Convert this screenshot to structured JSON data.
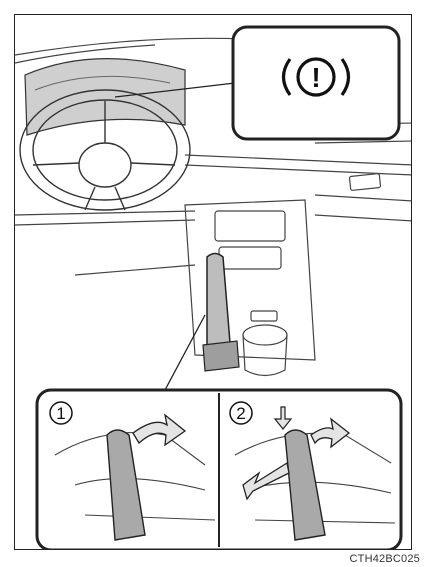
{
  "figure": {
    "code": "CTH42BC025",
    "callout_icon": "parking-brake-warning-icon",
    "callout_icon_glyph": "!",
    "steps": [
      {
        "number": "1"
      },
      {
        "number": "2"
      }
    ],
    "colors": {
      "outline": "#222222",
      "panel_gray": "#c9c9c9",
      "lever_gray": "#a9a9a9",
      "arrow_fill": "#e8e8e8"
    }
  }
}
